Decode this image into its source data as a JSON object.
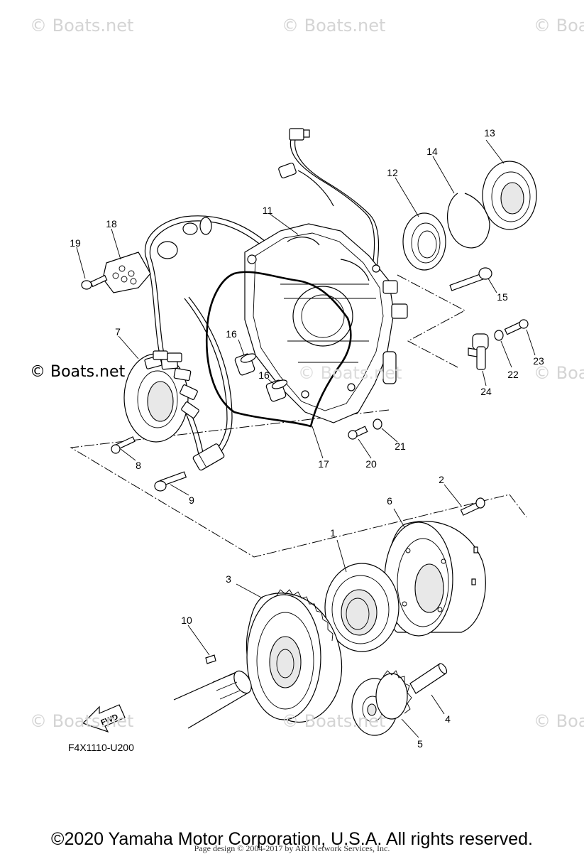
{
  "watermarks": [
    {
      "id": "wm-top-left",
      "text": "© Boats.net"
    },
    {
      "id": "wm-top-center",
      "text": "© Boats.net"
    },
    {
      "id": "wm-top-right",
      "text": "© Boa"
    },
    {
      "id": "wm-mid-right",
      "text": "© Boa"
    },
    {
      "id": "wm-bottom-left",
      "text": "© Boats.net"
    },
    {
      "id": "wm-bottom-center",
      "text": "© Boats.net"
    },
    {
      "id": "wm-bottom-right",
      "text": "© Boa"
    },
    {
      "id": "wm-center",
      "text": "© Boats.net"
    }
  ],
  "brand_mark": "© Boats.net",
  "callouts": [
    "1",
    "2",
    "3",
    "4",
    "5",
    "6",
    "7",
    "8",
    "9",
    "10",
    "11",
    "12",
    "13",
    "14",
    "15",
    "16",
    "16",
    "17",
    "18",
    "19",
    "20",
    "21",
    "22",
    "23",
    "24"
  ],
  "diagram_code": "F4X1110-U200",
  "fwd_arrow_label": "FWD",
  "copyright": "©2020 Yamaha Motor Corporation, U.S.A. All rights reserved.",
  "page_design": "Page design © 2004-2017 by ARI Network Services, Inc."
}
